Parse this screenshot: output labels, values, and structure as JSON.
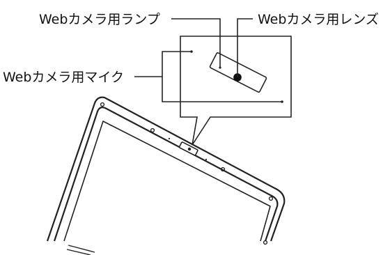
{
  "labels": {
    "lamp": "Webカメラ用ランプ",
    "lens": "Webカメラ用レンズ",
    "mic": "Webカメラ用マイク"
  },
  "colors": {
    "line": "#222222",
    "callout_fill": "#ffffff",
    "lens_fill": "#111111",
    "background": "#ffffff"
  }
}
